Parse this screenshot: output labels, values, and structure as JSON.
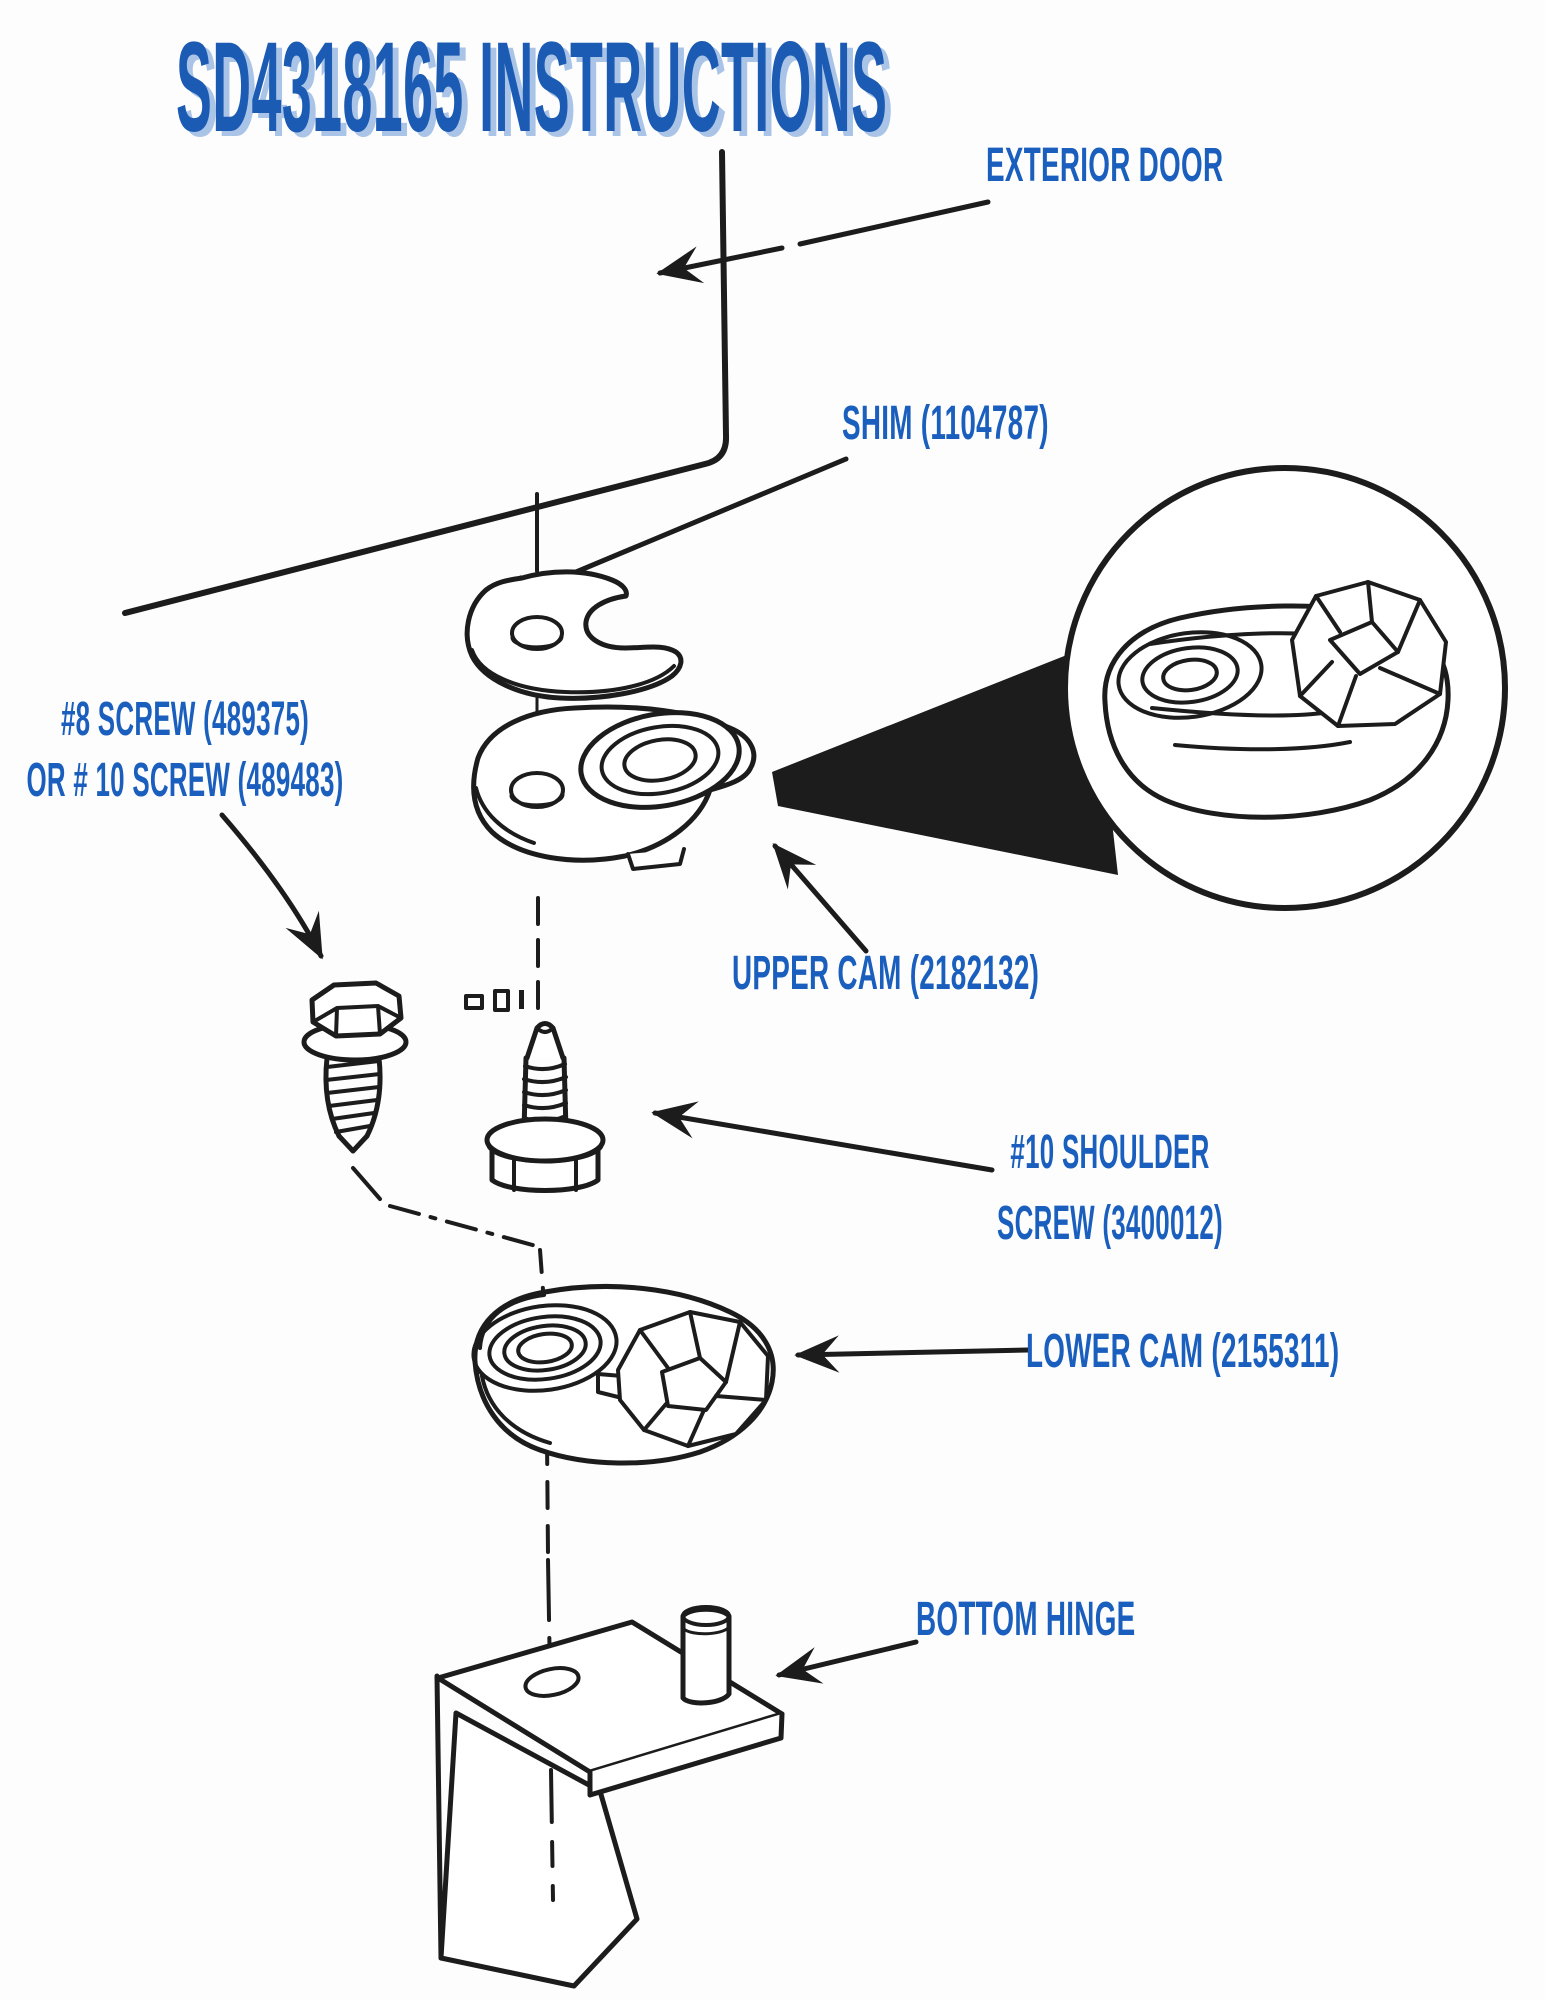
{
  "title": "SD4318165 INSTRUCTIONS",
  "labels": {
    "exterior_door": "EXTERIOR DOOR",
    "shim": "SHIM (1104787)",
    "screw8_line1": "#8 SCREW (489375)",
    "screw8_line2": "OR # 10 SCREW (489483)",
    "upper_cam": "UPPER CAM (2182132)",
    "shoulder_screw_line1": "#10 SHOULDER",
    "shoulder_screw_line2": "SCREW (3400012)",
    "lower_cam": "LOWER CAM (2155311)",
    "bottom_hinge": "BOTTOM HINGE"
  },
  "colors": {
    "label_blue": "#1a5fbe",
    "title_blue": "#1c5bb4",
    "title_shadow": "#a9c4e6",
    "line_ink": "#1c1c1c"
  }
}
